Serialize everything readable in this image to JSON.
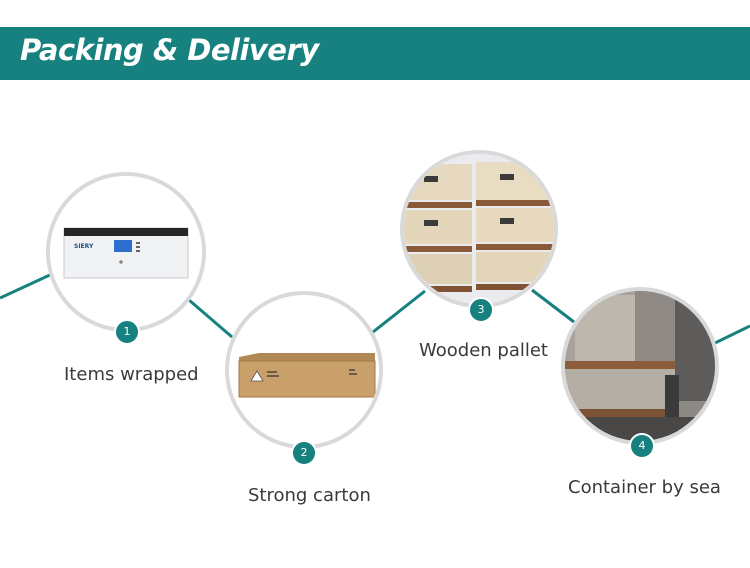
{
  "header": {
    "title": "Packing & Delivery"
  },
  "steps": [
    {
      "number": "1",
      "label": "Items wrapped",
      "image": "battery-unit-photo"
    },
    {
      "number": "2",
      "label": "Strong carton",
      "image": "carton-box-photo"
    },
    {
      "number": "3",
      "label": "Wooden pallet",
      "image": "wooden-pallet-photo"
    },
    {
      "number": "4",
      "label": "Container by sea",
      "image": "container-stack-photo"
    }
  ],
  "product_brand": "SIERY",
  "colors": {
    "accent": "#16817f",
    "circle_border": "#d9d9d9",
    "text": "#3a3a3a"
  }
}
